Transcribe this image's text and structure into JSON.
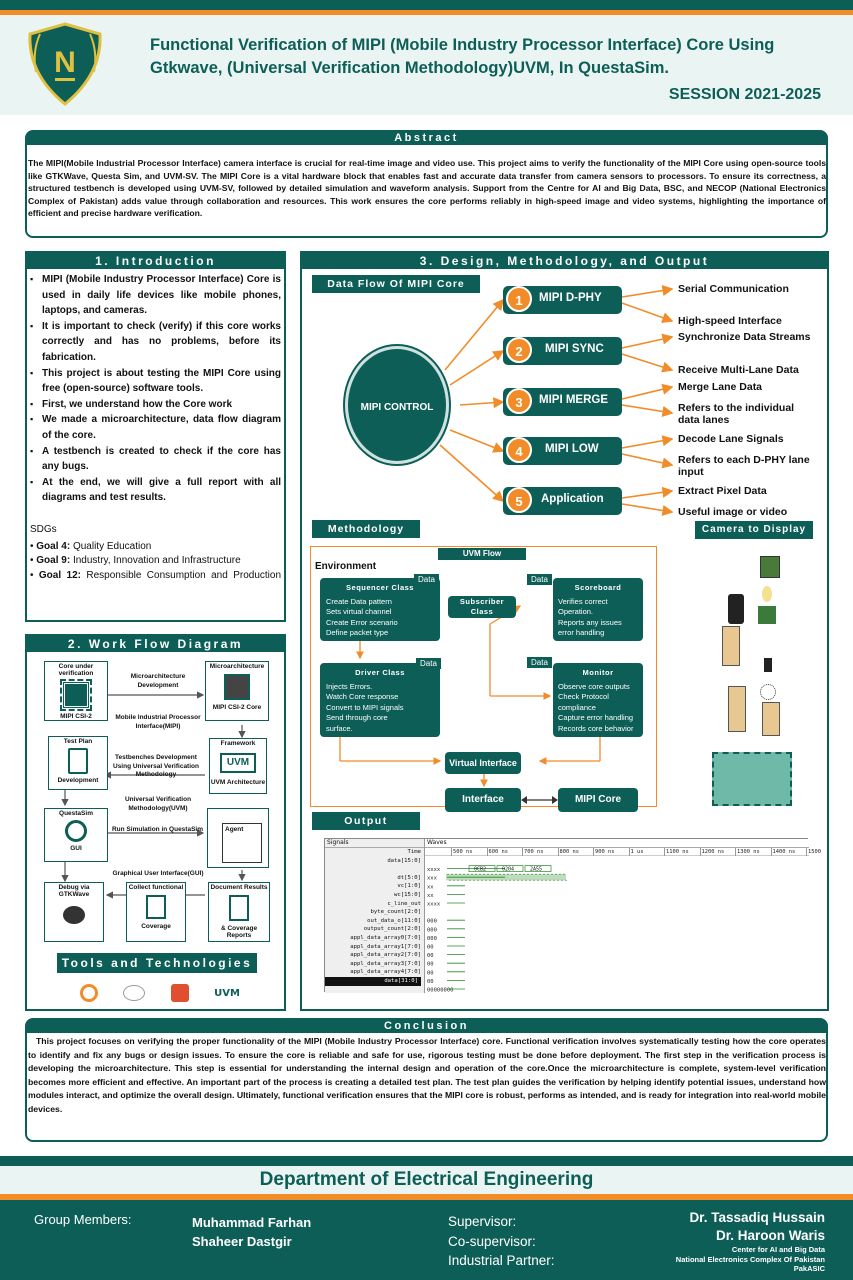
{
  "header": {
    "logo_letter": "N",
    "title_line1": "Functional Verification of MIPI (Mobile Industry Processor Interface) Core Using",
    "title_line2": "Gtkwave, (Universal Verification Methodology)UVM, In QuestaSim.",
    "session": "SESSION 2021-2025"
  },
  "abstract": {
    "heading": "Abstract",
    "text": "The MIPI(Mobile Industrial Processor Interface) camera interface is crucial for real-time image and video use. This project aims to verify the functionality of the MIPI Core using open-source tools like GTKWave, Questa Sim, and UVM-SV. The MIPI Core is a vital hardware block that enables fast and accurate data transfer from camera sensors to processors. To ensure its correctness, a structured testbench is developed using UVM-SV, followed by detailed simulation and waveform analysis. Support from the Centre for AI and Big Data, BSC, and NECOP (National Electronics Complex of Pakistan) adds value through collaboration and resources. This work ensures the core performs reliably in high-speed image and video systems, highlighting the importance of efficient and precise hardware verification."
  },
  "intro": {
    "heading": "1. Introduction",
    "items": [
      "MIPI (Mobile Industry Processor Interface) Core is used in daily life devices like mobile phones, laptops, and cameras.",
      "It is important to check (verify) if this core works correctly and has no problems, before its fabrication.",
      "This project is about testing the MIPI Core using free (open-source) software tools.",
      "First, we understand how the Core work",
      "We made a microarchitecture, data flow diagram of the core.",
      "A testbench is created to check if the core has any bugs.",
      "At the end, we will give a full report with all diagrams and test results."
    ],
    "sdg_heading": "SDGs",
    "sdgs": [
      {
        "goal": "Goal 4:",
        "text": " Quality Education"
      },
      {
        "goal": "Goal 9:",
        "text": " Industry, Innovation and Infrastructure"
      },
      {
        "goal": "Goal 12:",
        "text": " Responsible Consumption and Production"
      }
    ]
  },
  "workflow": {
    "heading": "2. Work Flow Diagram",
    "boxes": {
      "core": "Core under verification",
      "core_sub": "MIPI CSI-2",
      "micro": "Microarchitecture",
      "micro_sub": "MIPI CSI-2 Core",
      "plan": "Test Plan",
      "plan_sub": "Development",
      "framework": "Framework",
      "framework_sub": "UVM Architecture",
      "uvm": "UVM",
      "questa": "QuestaSim",
      "questa_sub": "GUI",
      "agent": "Agent",
      "debug": "Debug via GTKWave",
      "collect": "Collect functional",
      "collect_sub": "Coverage",
      "document": "Document Results",
      "document_sub": "& Coverage Reports"
    },
    "labels": {
      "l1": "Microarchitecture Development",
      "l2": "Mobile Industrial Processor Interface(MIPI)",
      "l3": "Testbenches Development Using Universal Verification Methodology",
      "l4": "Universal Verification Methodology(UVM)",
      "l5": "Run Simulation in QuestaSim",
      "l6": "Graphical User Interface(GUI)"
    },
    "tools_heading": "Tools and Technologies",
    "tools_uvm": "UVM"
  },
  "design": {
    "heading": "3. Design, Methodology, and Output",
    "dataflow_tab": "Data Flow Of MIPI Core",
    "control": "MIPI CONTROL",
    "stages": [
      {
        "num": "1",
        "name": "MIPI D-PHY"
      },
      {
        "num": "2",
        "name": "MIPI SYNC"
      },
      {
        "num": "3",
        "name": "MIPI MERGE"
      },
      {
        "num": "4",
        "name": "MIPI LOW"
      },
      {
        "num": "5",
        "name": "Application"
      }
    ],
    "outputs": [
      "Serial Communication",
      "High-speed Interface",
      "Synchronize Data Streams",
      "Receive Multi-Lane Data",
      "Merge Lane Data",
      "Refers to the individual data lanes",
      "Decode Lane Signals",
      "Refers to each D-PHY lane input",
      "Extract Pixel Data",
      "Useful image or video"
    ],
    "methodology_tab": "Methodology",
    "camera_tab": "Camera to Display",
    "uvm_flow": "UVM Flow",
    "environment": "Environment",
    "data_tag": "Data",
    "sequencer": {
      "title": "Sequencer Class",
      "lines": [
        "Create Data pattern",
        "Sets virtual channel",
        "Create Error scenario",
        "Define packet type"
      ]
    },
    "scoreboard": {
      "title": "Scoreboard",
      "lines": [
        "Verifies correct",
        "Operation.",
        "Reports any issues",
        "error handling"
      ]
    },
    "subscriber": "Subscriber Class",
    "driver": {
      "title": "Driver Class",
      "lines": [
        "Injects Errors.",
        "Watch Core response",
        "Convert to MIPI signals",
        "Send through core",
        "surface."
      ]
    },
    "monitor": {
      "title": "Monitor",
      "lines": [
        "Observe core outputs",
        "Check Protocol",
        "compliance",
        "Capture error handling",
        "Records core behavior"
      ]
    },
    "virtual_interface": "Virtual Interface",
    "interface": "Interface",
    "mipi_core": "MIPI Core",
    "output_tab": "Output",
    "wave": {
      "signals_hdr": "Signals",
      "waves_hdr": "Waves",
      "ticks": [
        "500 ns",
        "600 ns",
        "700 ns",
        "800 ns",
        "900 ns",
        "1 us",
        "1100 ns",
        "1200 ns",
        "1300 ns",
        "1400 ns",
        "1500"
      ],
      "signals": [
        "Time",
        "data[15:0]",
        "",
        "dt[5:0]",
        "vc[1:0]",
        "wc[15:0]",
        "c_line_out",
        "byte_count[2:0]",
        "out_data_o[11:0]",
        "output_count[2:0]",
        "appl_data_array0[7:0]",
        "appl_data_array1[7:0]",
        "appl_data_array2[7:0]",
        "appl_data_array3[7:0]",
        "appl_data_array4[7:0]",
        "data[31:0]"
      ],
      "values": [
        "",
        "xxxx",
        "xxx",
        "xx",
        "xx",
        "xxxx",
        "",
        "000",
        "000",
        "000",
        "00",
        "00",
        "00",
        "00",
        "00",
        "00000000"
      ],
      "bus_labels": [
        "0CB2",
        "0204",
        "2A55"
      ]
    }
  },
  "conclusion": {
    "heading": "Conclusion",
    "text": "This project focuses on verifying the proper functionality of the MIPI (Mobile Industry Processor Interface) core. Functional verification involves systematically testing how the core operates to identify and fix any bugs or design issues. To ensure the core is reliable and safe for use, rigorous testing must be done before deployment. The first step in the verification process is developing the microarchitecture. This step is essential for understanding the internal design and operation of the core.Once the microarchitecture is complete, system-level verification becomes more efficient and effective. An important part of the process is creating a detailed test plan. The test plan guides the verification by helping identify potential issues, understand how modules interact, and optimize the overall design. Ultimately, functional verification ensures that the MIPI core is robust, performs as intended, and is ready for integration into real-world mobile devices."
  },
  "footer": {
    "department": "Department of Electrical Engineering",
    "group_label": "Group Members:",
    "members": [
      "Muhammad Farhan",
      "Shaheer Dastgir"
    ],
    "supervisor_label": "Supervisor:",
    "cosupervisor_label": "Co-supervisor:",
    "partner_label": "Industrial Partner:",
    "supervisor": "Dr. Tassadiq Hussain",
    "cosupervisor": "Dr. Haroon Waris",
    "partners": [
      "Center for AI and Big Data",
      "National Electronics Complex Of Pakistan",
      "PakASIC"
    ]
  },
  "colors": {
    "teal": "#0d5e57",
    "orange": "#f28c28",
    "light": "#eaf4f2"
  }
}
